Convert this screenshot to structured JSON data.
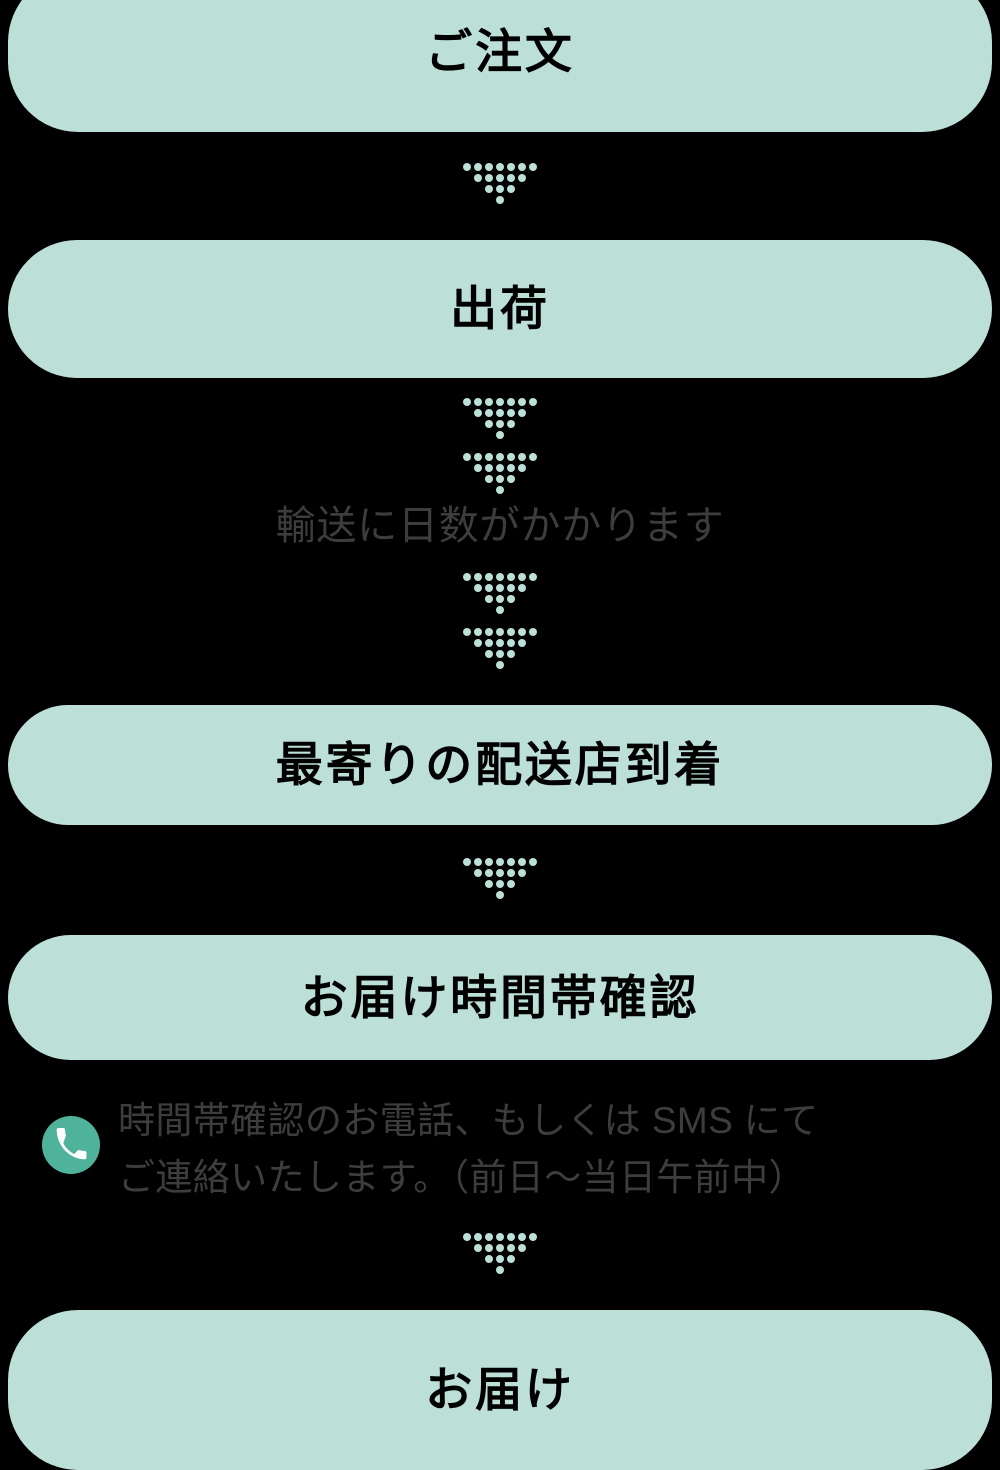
{
  "colors": {
    "background": "#000000",
    "pill_fill": "#bcdfd8",
    "pill_text": "#000000",
    "note_text": "#3d3d3d",
    "phone_badge": "#4fb39c",
    "phone_glyph": "#ffffff",
    "arrow_dot": "#bcdfd8"
  },
  "flow": {
    "steps": [
      {
        "id": "order",
        "label": "ご注文"
      },
      {
        "id": "shipment",
        "label": "出荷"
      },
      {
        "id": "local-depot",
        "label": "最寄りの配送店到着"
      },
      {
        "id": "timeslot-check",
        "label": "お届け時間帯確認"
      },
      {
        "id": "delivery",
        "label": "お届け"
      }
    ],
    "notes": {
      "transit": "輸送に日数がかかります",
      "contact": "時間帯確認のお電話、もしくは SMS にて\nご連絡いたします。（前日〜当日午前中）"
    },
    "icons": {
      "phone": "phone-icon",
      "arrow": "dotted-triangle-down-icon"
    },
    "arrow_pattern": [
      7,
      5,
      3,
      1
    ]
  }
}
